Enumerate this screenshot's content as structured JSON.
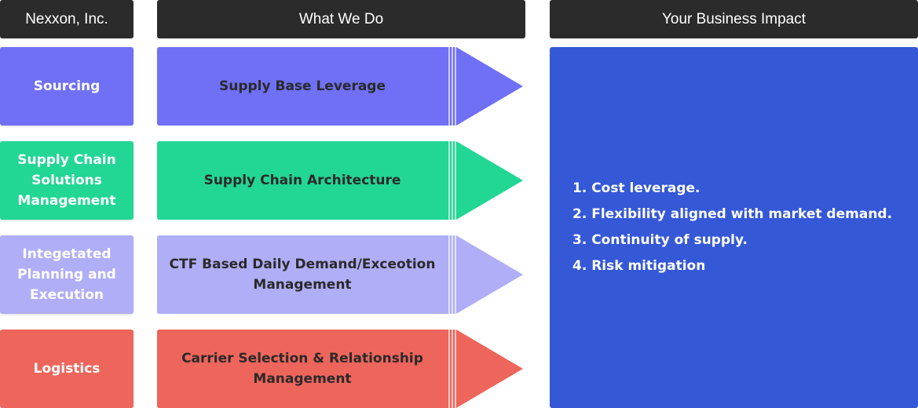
{
  "headers": {
    "col1": "Nexxon, Inc.",
    "col2": "What We Do",
    "col3": "Your Business Impact"
  },
  "rows": [
    {
      "category": "Sourcing",
      "activity": "Supply Base Leverage",
      "color": "#6f70f5",
      "line_color": "#4b4bd8"
    },
    {
      "category": "Supply Chain Solutions Management",
      "activity": "Supply Chain Architecture",
      "color": "#22d694",
      "line_color": "#14b074"
    },
    {
      "category": "Integetated Planning and Execution",
      "activity": "CTF Based Daily Demand/Exceotion Management",
      "color": "#b0aef7",
      "line_color": "#8c89ea"
    },
    {
      "category": "Logistics",
      "activity": "Carrier Selection & Relationship Management",
      "color": "#ee655c",
      "line_color": "#d24a42"
    }
  ],
  "impact": {
    "color": "#3558d6",
    "items": [
      "1. Cost leverage.",
      "2. Flexibility aligned with market demand.",
      "3. Continuity of supply.",
      "4. Risk mitigation"
    ]
  },
  "header_color": "#2b2b2b"
}
